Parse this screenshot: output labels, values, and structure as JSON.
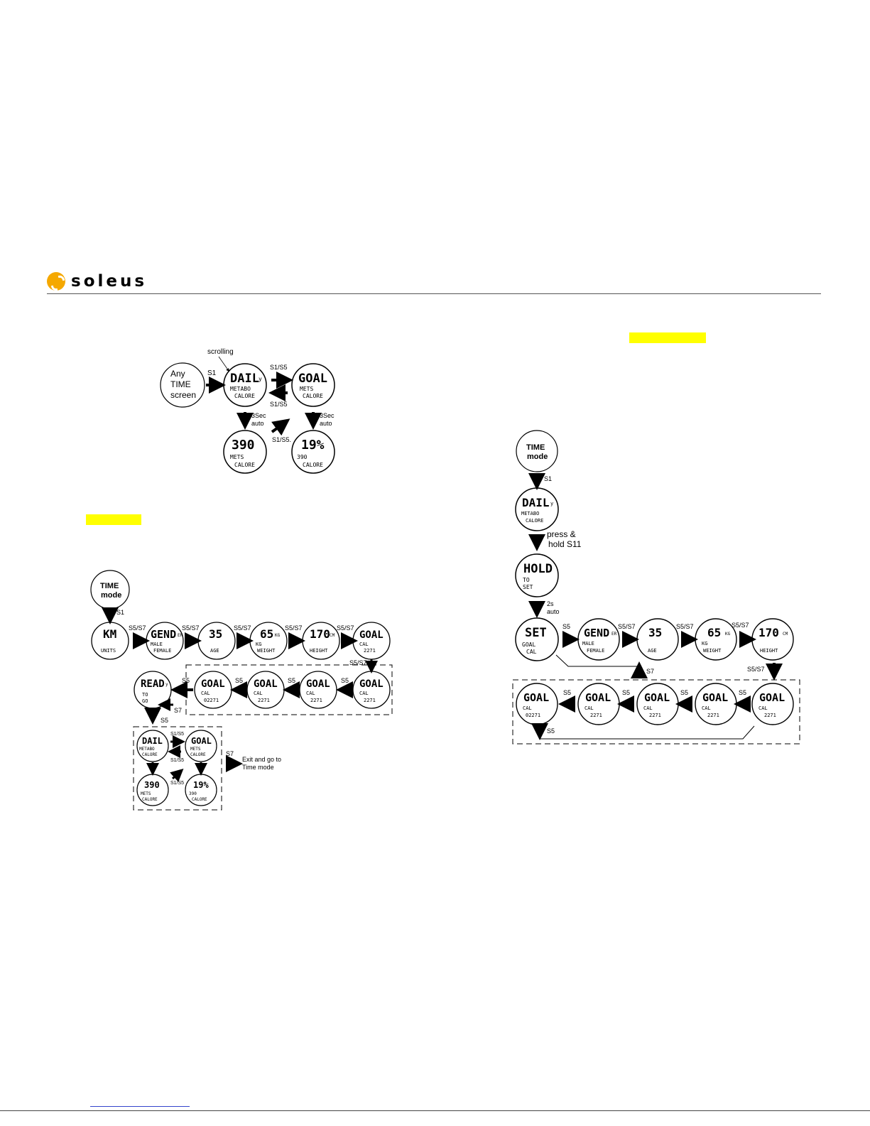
{
  "header": {
    "brand": "soleus"
  },
  "diagram1": {
    "start_lines": [
      "Any",
      "TIME",
      "screen"
    ],
    "scrolling": "scrolling",
    "s1": "S1",
    "s1s5_a": "S1/S5",
    "s1s5_b": "S1/S5",
    "s1s5_c": "S1/S5.",
    "sec3": "3Sec",
    "auto": "auto",
    "daily": {
      "big": "DAIL",
      "sub": "y",
      "l2": "METABO",
      "l3": "CALORE"
    },
    "goal": {
      "big": "GOAL",
      "l2": "METS",
      "l3": "CALORE"
    },
    "val390": {
      "big": "390",
      "l2": "METS",
      "l3": "CALORE"
    },
    "pct": {
      "big": "19%",
      "l2": "390",
      "l3": "CALORE"
    }
  },
  "diagram2": {
    "time_mode": [
      "TIME",
      "mode"
    ],
    "units": {
      "big": "KM",
      "l3": "UNITS"
    },
    "gender": {
      "big": "GEND",
      "sub": "ER",
      "l2": "MALE",
      "l3": "FEMALE"
    },
    "age": {
      "big": "35",
      "l3": "AGE"
    },
    "weight": {
      "big": "65",
      "unit": "KG",
      "l2": "KG",
      "l3": "WEIGHT"
    },
    "height": {
      "big": "170",
      "unit": "CM",
      "l3": "HEIGHT"
    },
    "goal": {
      "big": "GOAL",
      "l2": "CAL",
      "l3": "2271"
    },
    "goal_b": {
      "big": "GOAL",
      "l2": "CAL",
      "l3": "02271"
    },
    "ready": {
      "big": "READ",
      "sub": "y",
      "l2": "TO",
      "l3": "GO"
    },
    "s5": "S5",
    "s5s7": "S5/S7",
    "s7": "S7",
    "s1": "S1",
    "s1s5": "S1/S5",
    "exit": [
      "Exit and go to",
      "Time mode"
    ]
  },
  "diagram3": {
    "time_mode": [
      "TIME",
      "mode"
    ],
    "press_hold": [
      "press &",
      "hold S11"
    ],
    "hold": {
      "big": "HOLD",
      "l2": "TO",
      "l3": "SET"
    },
    "two_s": [
      "2s",
      "auto"
    ],
    "set": {
      "big": "SET",
      "l2": "GOAL",
      "l3": "CAL"
    }
  }
}
